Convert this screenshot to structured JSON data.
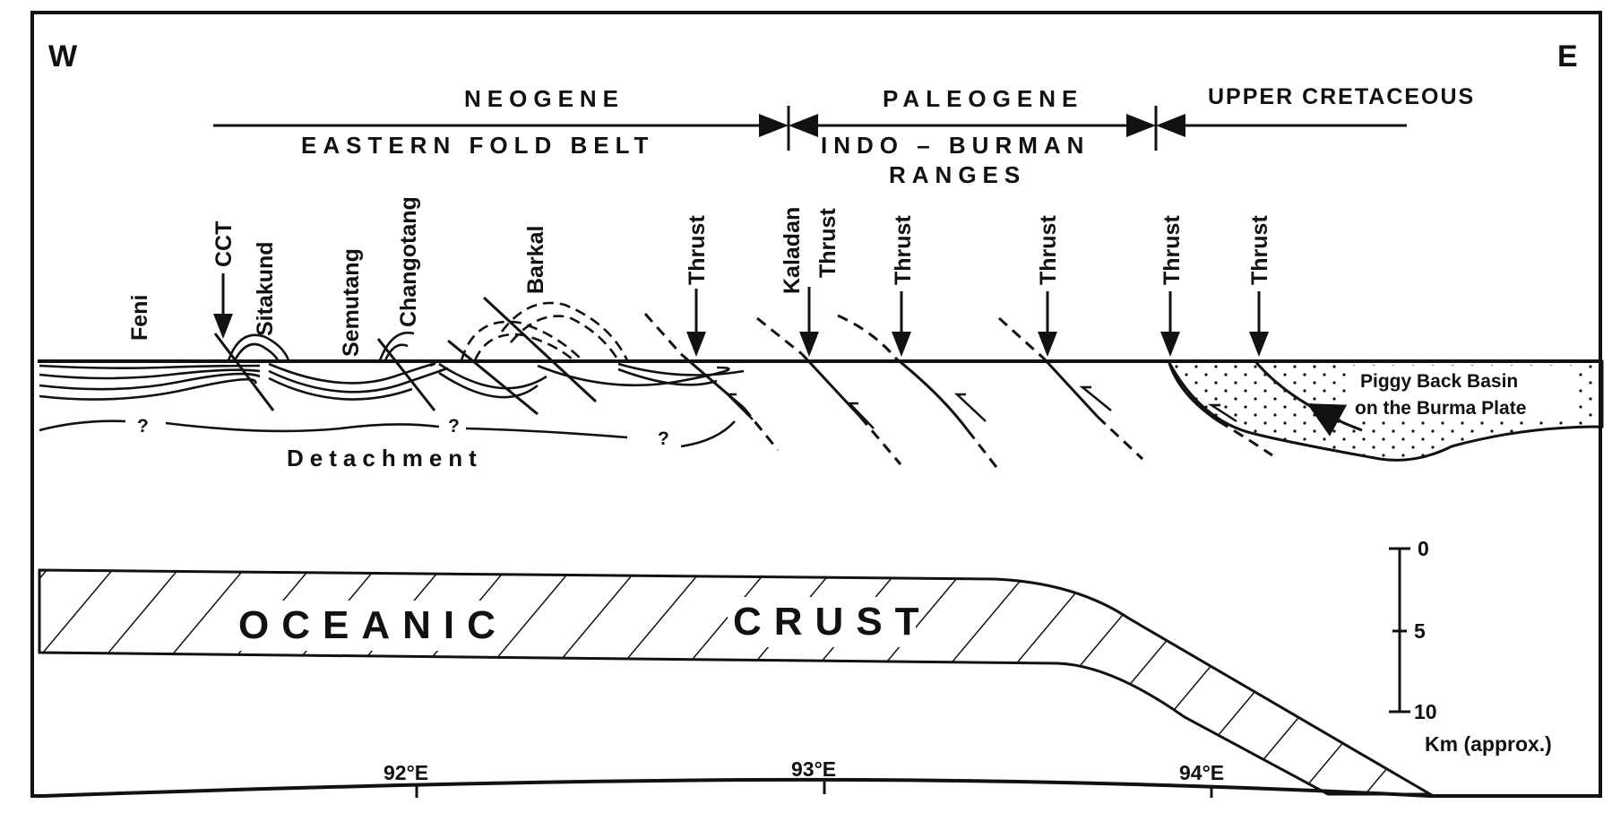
{
  "directions": {
    "west": "W",
    "east": "E"
  },
  "eras": {
    "neogene": "NEOGENE",
    "paleogene": "PALEOGENE",
    "upper_cretaceous": "UPPER CRETACEOUS"
  },
  "belts": {
    "eastern_fold_belt": "EASTERN FOLD BELT",
    "indo_burman_line1": "INDO – BURMAN",
    "indo_burman_line2": "RANGES"
  },
  "structures": {
    "feni": "Feni",
    "cct": "CCT",
    "sitakund": "Sitakund",
    "semutang": "Semutang",
    "changotang": "Changotang",
    "barkal": "Barkal",
    "kaladan": "Kaladan",
    "thrust": "Thrust"
  },
  "detachment": {
    "label": "Detachment",
    "unknown": "?"
  },
  "piggyback": {
    "line1": "Piggy Back Basin",
    "line2": "on the Burma Plate"
  },
  "crust": {
    "word1": "OCEANIC",
    "word2": "CRUST"
  },
  "scale_bar": {
    "tick_0": "0",
    "tick_5": "5",
    "tick_10": "10",
    "unit": "Km (approx.)"
  },
  "longitudes": [
    "92°E",
    "93°E",
    "94°E"
  ],
  "colors": {
    "ink": "#111111",
    "background": "#ffffff"
  }
}
